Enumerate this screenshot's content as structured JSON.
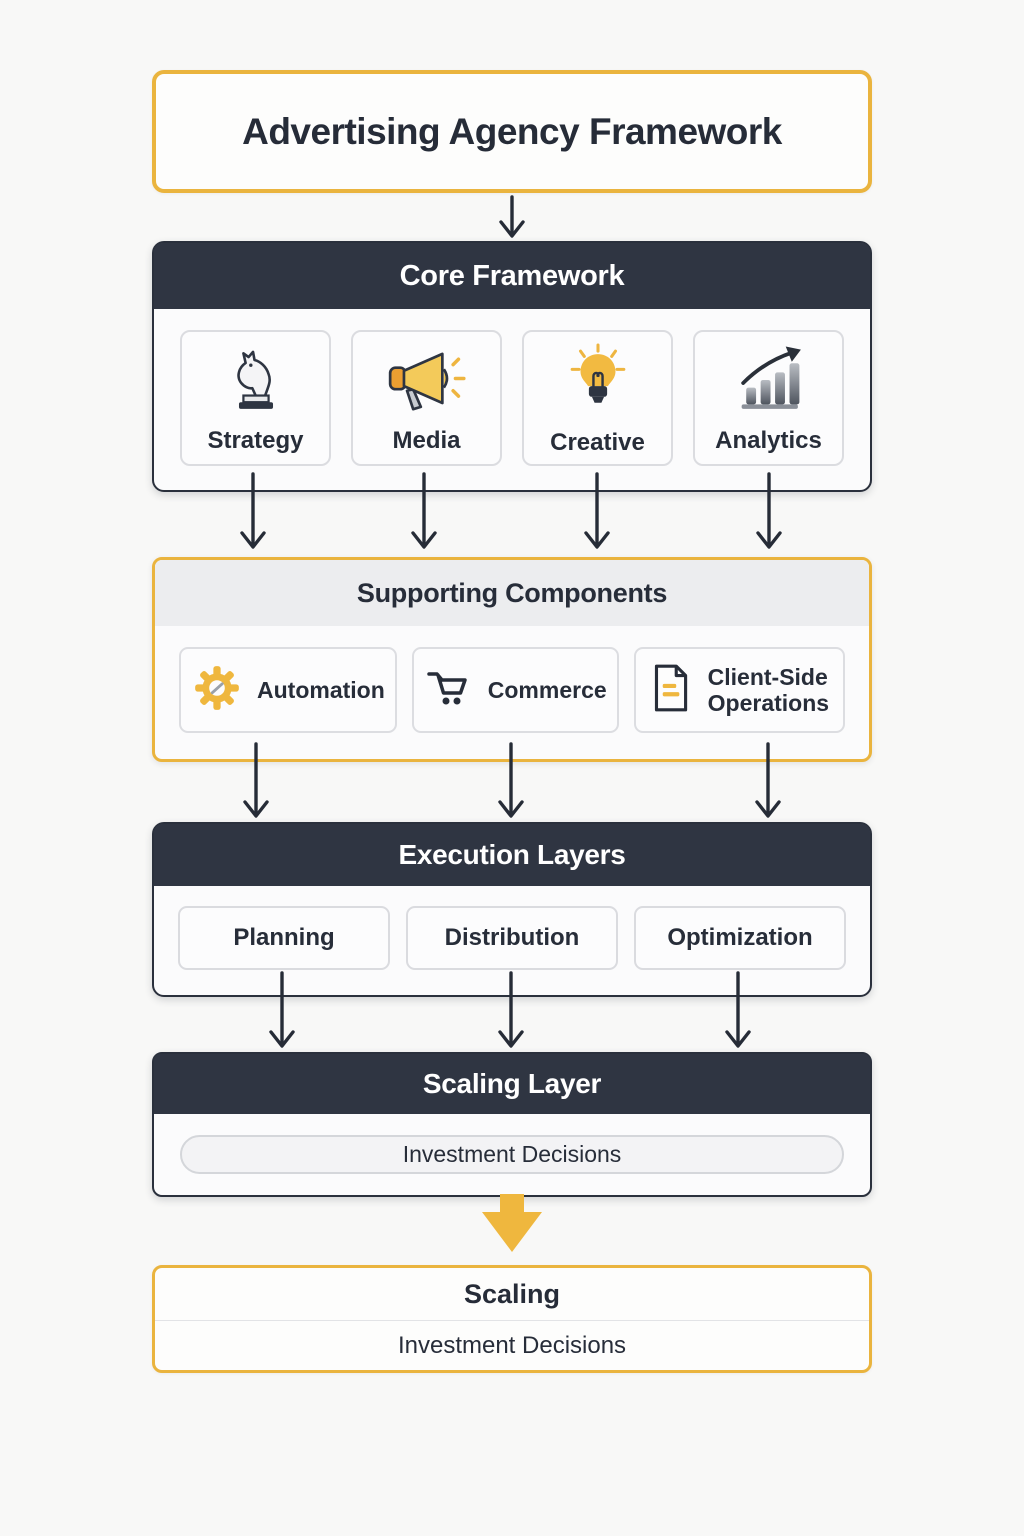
{
  "colors": {
    "accent_yellow": "#eab43e",
    "dark_header": "#2f3542",
    "text_dark": "#272d39",
    "light_header_bg": "#ecedef"
  },
  "title": {
    "label": "Advertising Agency Framework"
  },
  "core": {
    "header": "Core Framework",
    "items": [
      {
        "label": "Strategy",
        "icon": "knight-icon"
      },
      {
        "label": "Media",
        "icon": "megaphone-icon"
      },
      {
        "label": "Creative",
        "icon": "lightbulb-icon"
      },
      {
        "label": "Analytics",
        "icon": "bar-chart-icon"
      }
    ]
  },
  "supporting": {
    "header": "Supporting Components",
    "items": [
      {
        "label": "Automation",
        "icon": "gear-icon"
      },
      {
        "label": "Commerce",
        "icon": "cart-icon"
      },
      {
        "label": "Client-Side Operations",
        "icon": "document-icon"
      }
    ]
  },
  "execution": {
    "header": "Execution Layers",
    "items": [
      {
        "label": "Planning"
      },
      {
        "label": "Distribution"
      },
      {
        "label": "Optimization"
      }
    ]
  },
  "scaling_layer": {
    "header": "Scaling Layer",
    "pill_label": "Investment Decisions"
  },
  "scaling": {
    "header": "Scaling",
    "item_label": "Investment Decisions"
  }
}
